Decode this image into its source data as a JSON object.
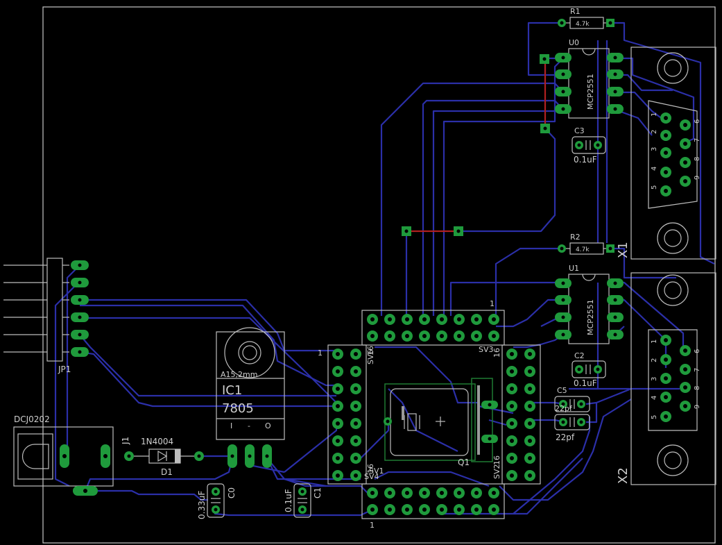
{
  "labels": {
    "r1": "R1",
    "r1_value": "4.7k",
    "r2": "R2",
    "r2_value": "4.7k",
    "u0": "U0",
    "u0_part": "MCP2551",
    "u1": "U1",
    "u1_part": "MCP2551",
    "c3": "C3",
    "c3_value": "0.1uF",
    "c2": "C2",
    "c2_value": "0.1uF",
    "c5": "C5",
    "c4_value": "22pf",
    "c5_value": "22pf",
    "x1": "X1",
    "x2": "X2",
    "jp1": "JP1",
    "dcj": "DCJ0202",
    "j1": "J1",
    "d1": "D1",
    "d1_part": "1N4004",
    "ic1": "IC1",
    "ic1_part": "7805",
    "ic1_pkg": "A15,2mm",
    "ic1_pin_i": "I",
    "ic1_pin_g": "-",
    "ic1_pin_o": "O",
    "c0": "C0",
    "c0_value": "0.33uF",
    "c1": "C1",
    "c1_value": "0.1uF",
    "sv1": "SV1",
    "sv2": "SV2",
    "sv3": "SV3",
    "sv4": "SV4",
    "sv5": "SV5",
    "sv6": "SV6",
    "q1": "Q1",
    "db_pin1": "1",
    "db_pin2": "2",
    "db_pin3": "3",
    "db_pin4": "4",
    "db_pin5": "5",
    "db_pin6": "6",
    "db_pin7": "7",
    "db_pin8": "8",
    "db_pin9": "9",
    "hdr_top_1": "1",
    "hdr_left_1": "1",
    "hdr_bottom_1": "1",
    "sv_right_16": "16",
    "sv_left_16": "16",
    "sv_left_16b": "16",
    "sv_right_16b": "16"
  },
  "colors": {
    "background": "#000000",
    "trace": "#2b2fa8",
    "top_trace": "#b02020",
    "pad": "#1f9a3c",
    "silkscreen": "#bdbdbd"
  }
}
